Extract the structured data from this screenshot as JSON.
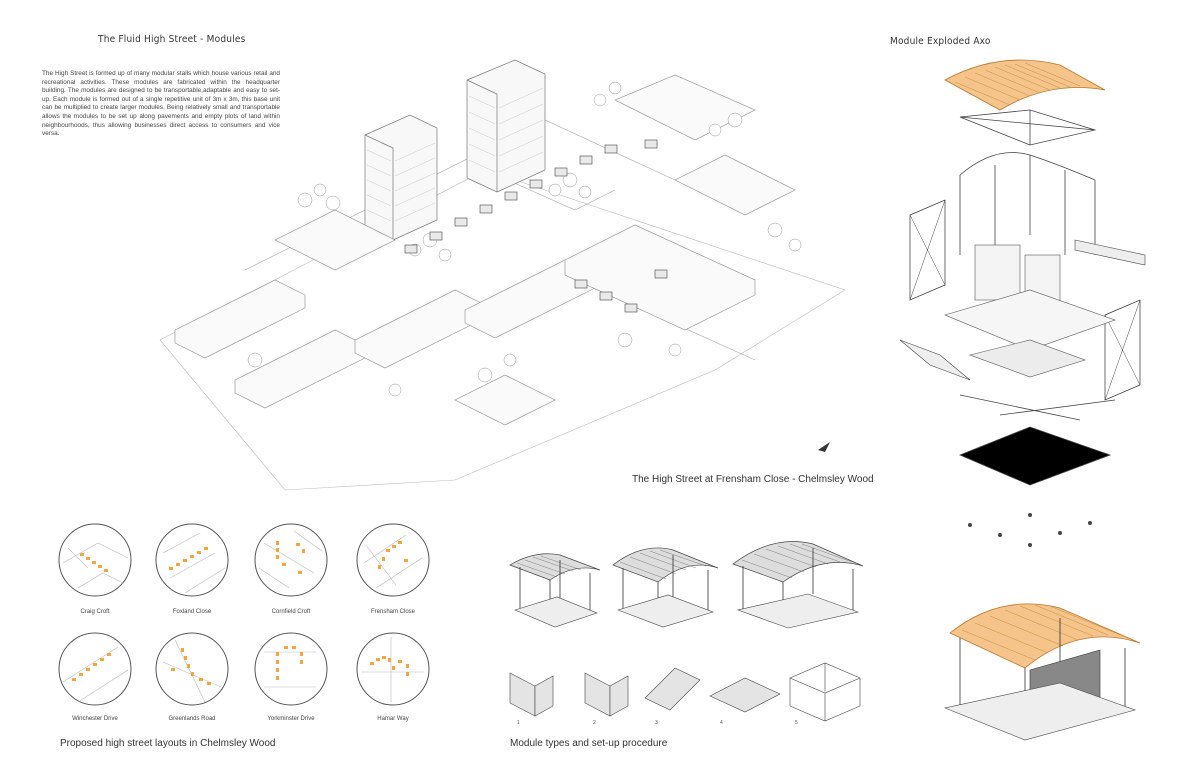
{
  "left_panel": {
    "title": "The Fluid High Street - Modules",
    "description": "The High Street is formed up of many modular stalls which house various retail and recreational activities. These modules are fabricated within the headquarter building. The modules are designed to be transportable,adaptable and easy to set-up. Each module is formed out of a single repetitive unit of 3m x 3m, this base unit can be multiplied to create larger modules. Being relatively small and transportable allows the modules to be set up along pavements and empty plots of land within neighbourhoods, thus allowing businesses direct access to consumers and vice versa."
  },
  "masterplan": {
    "caption": "The High Street at Frensham Close - Chelmsley Wood"
  },
  "layouts": {
    "caption": "Proposed high street layouts in Chelmsley Wood",
    "items": [
      {
        "label": "Craig Croft"
      },
      {
        "label": "Foxland Close"
      },
      {
        "label": "Cornfield Croft"
      },
      {
        "label": "Frensham Close"
      },
      {
        "label": "Winchester Drive"
      },
      {
        "label": "Greenlands Road"
      },
      {
        "label": "Yorkminster Drive"
      },
      {
        "label": "Hamar Way"
      }
    ]
  },
  "modules": {
    "caption": "Module types and set-up procedure",
    "step_numbers": [
      "1",
      "2",
      "3",
      "4",
      "5"
    ]
  },
  "exploded": {
    "title": "Module Exploded Axo"
  },
  "colors": {
    "accent_orange": "#f2a541",
    "roof_orange": "#f4c48a",
    "line": "#555555"
  }
}
